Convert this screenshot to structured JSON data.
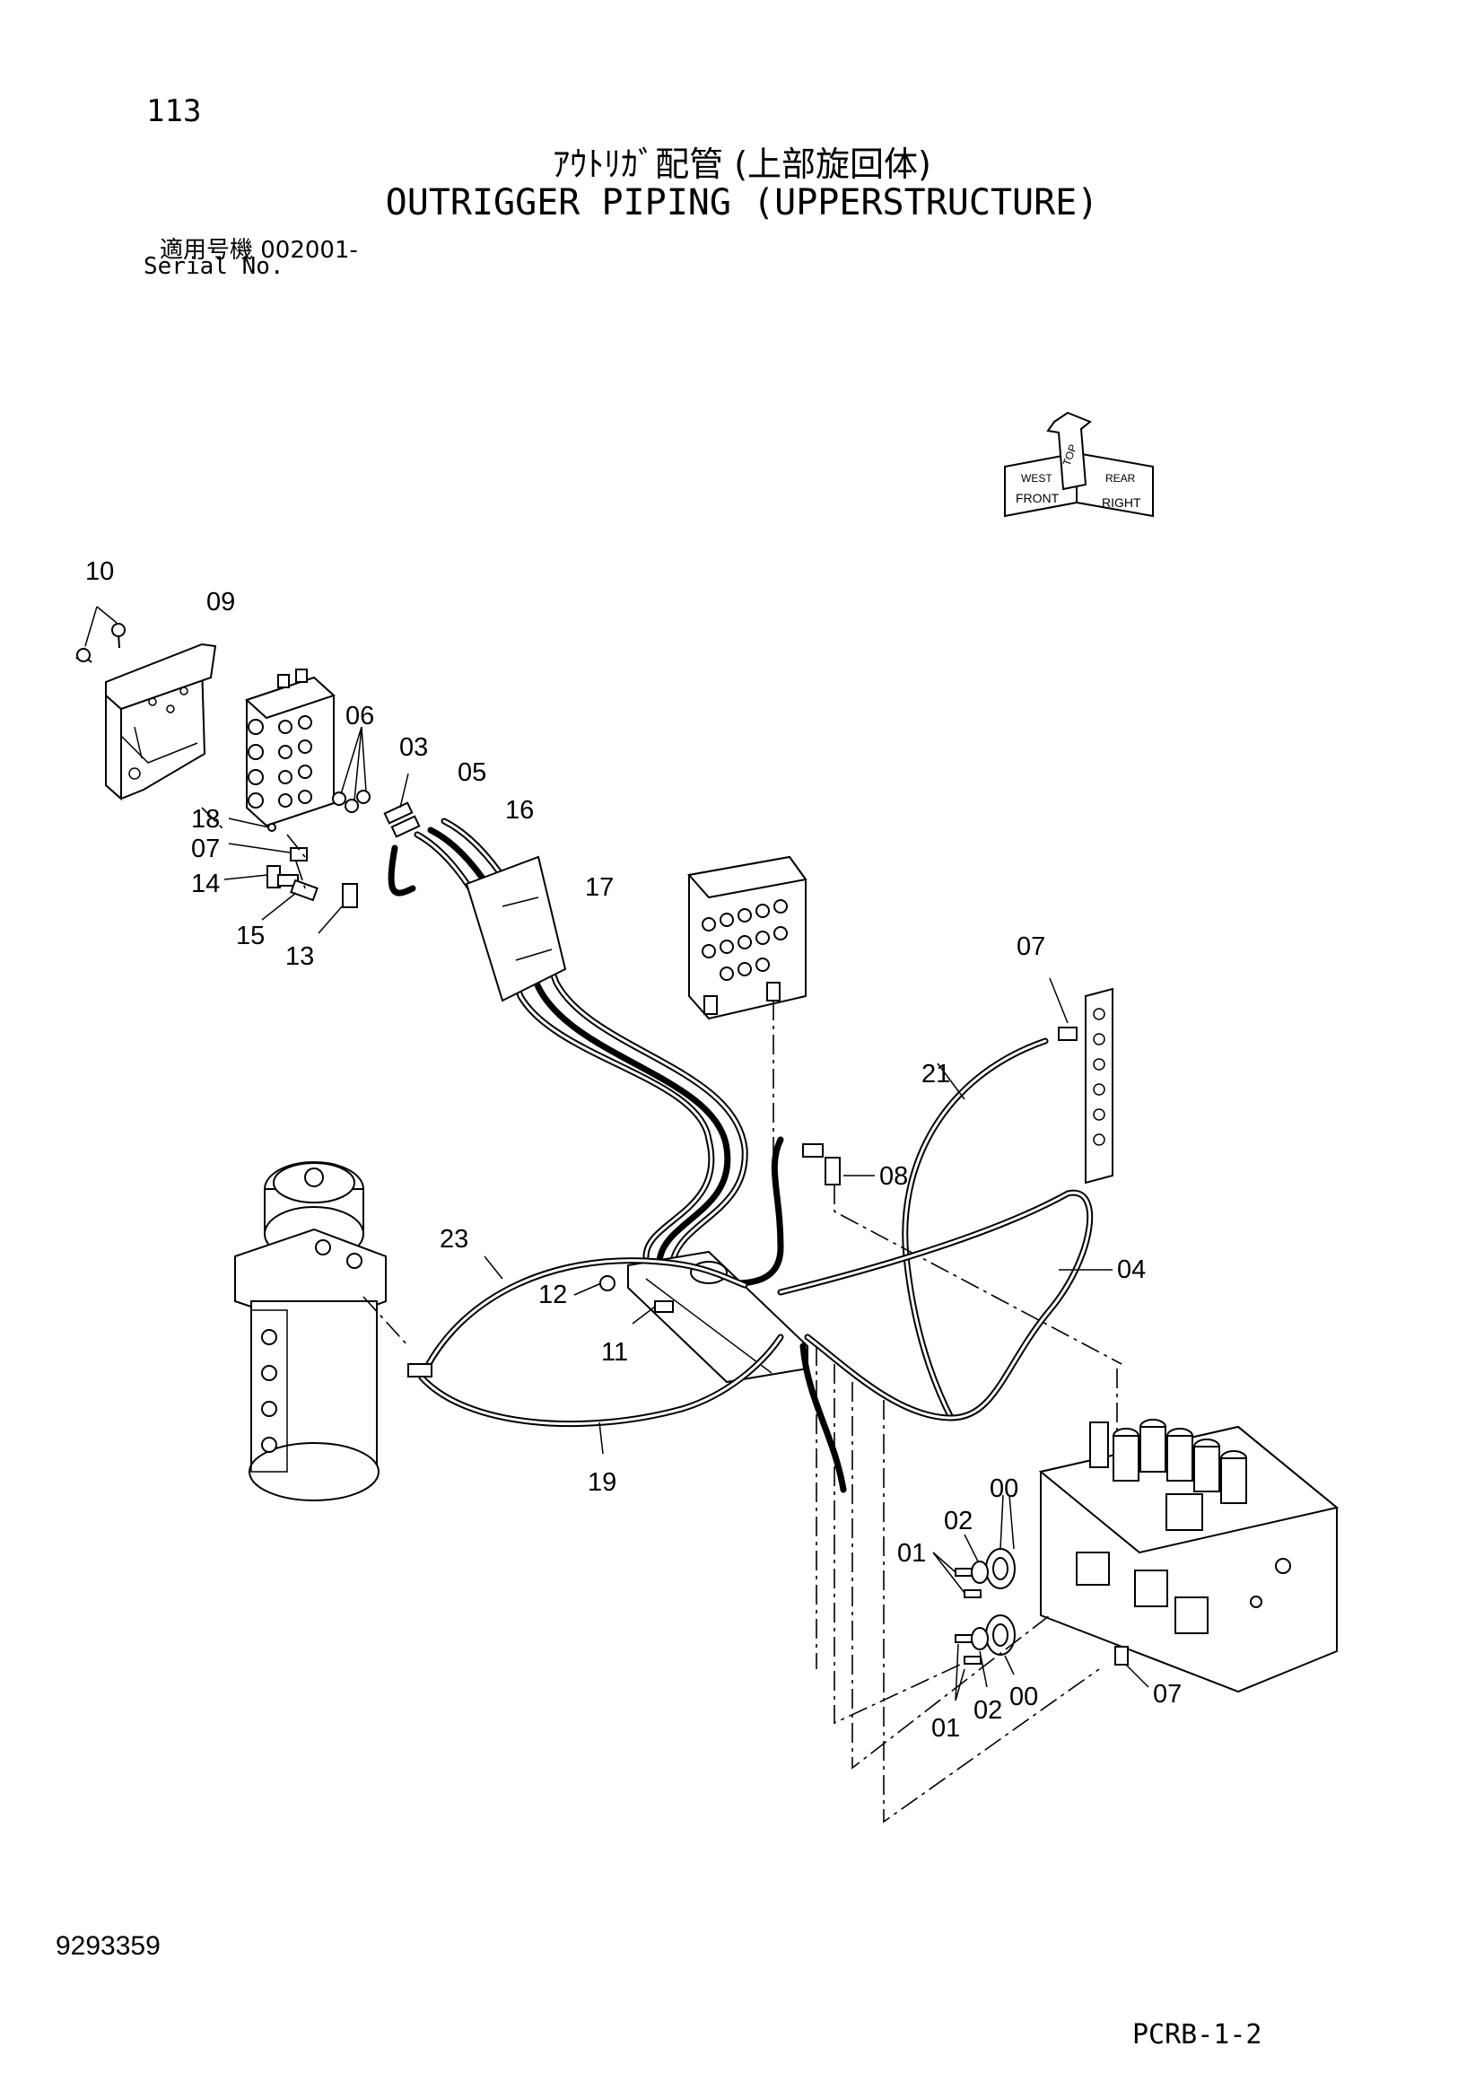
{
  "header": {
    "page_number": "113",
    "title_jp": "ｱｳﾄﾘｶﾞ配管 (上部旋回体)",
    "title_en": "OUTRIGGER PIPING (UPPERSTRUCTURE)",
    "serial_label_jp": "適用号機 002001-",
    "serial_label_en": "Serial No."
  },
  "orientation_symbol": {
    "labels": [
      "FRONT",
      "TOP",
      "RIGHT",
      "WEST",
      "REAR"
    ]
  },
  "callouts": {
    "c10": "10",
    "c09": "09",
    "c06": "06",
    "c03": "03",
    "c05": "05",
    "c16": "16",
    "c18": "18",
    "c07a": "07",
    "c14": "14",
    "c15": "15",
    "c13": "13",
    "c17": "17",
    "c07b": "07",
    "c21": "21",
    "c08": "08",
    "c23": "23",
    "c04": "04",
    "c12": "12",
    "c11": "11",
    "c19": "19",
    "c00a": "00",
    "c02a": "02",
    "c01a": "01",
    "c01b": "01",
    "c02b": "02",
    "c00b": "00",
    "c07c": "07"
  },
  "footer": {
    "document_number": "9293359",
    "page_code": "PCRB-1-2"
  }
}
